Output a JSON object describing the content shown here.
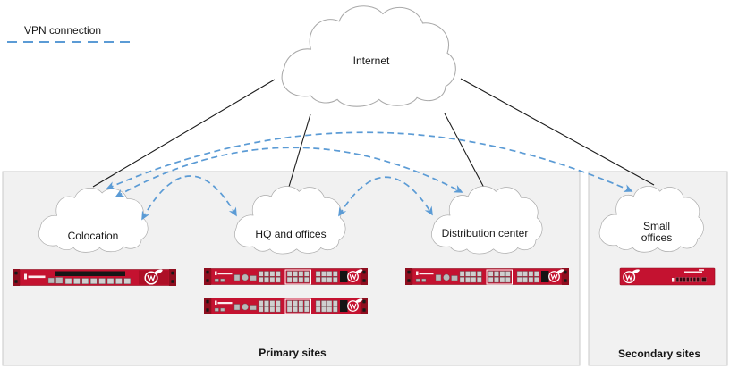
{
  "legend": {
    "label": "VPN connection"
  },
  "clouds": {
    "internet": {
      "label": "Internet"
    },
    "colocation": {
      "label": "Colocation"
    },
    "hq": {
      "label": "HQ and offices"
    },
    "distribution": {
      "label": "Distribution center"
    },
    "small_offices": {
      "label": "Small offices"
    }
  },
  "zones": {
    "primary": {
      "label": "Primary sites"
    },
    "secondary": {
      "label": "Secondary sites"
    }
  },
  "devices": {
    "colocation": {
      "type": "rack firewall appliance"
    },
    "hq_1": {
      "type": "rack firewall appliance"
    },
    "hq_2": {
      "type": "rack firewall appliance"
    },
    "distribution": {
      "type": "rack firewall appliance"
    },
    "small_offices": {
      "type": "tabletop firewall appliance"
    }
  },
  "colors": {
    "vpn": "#5b9bd5",
    "line": "#1a1a1a",
    "cloud_stroke": "#a9a9a9",
    "zone_fill": "#f1f1f1",
    "zone_stroke": "#c9c9c9",
    "device_red": "#c41230",
    "device_dark_red": "#8f0e1f"
  }
}
